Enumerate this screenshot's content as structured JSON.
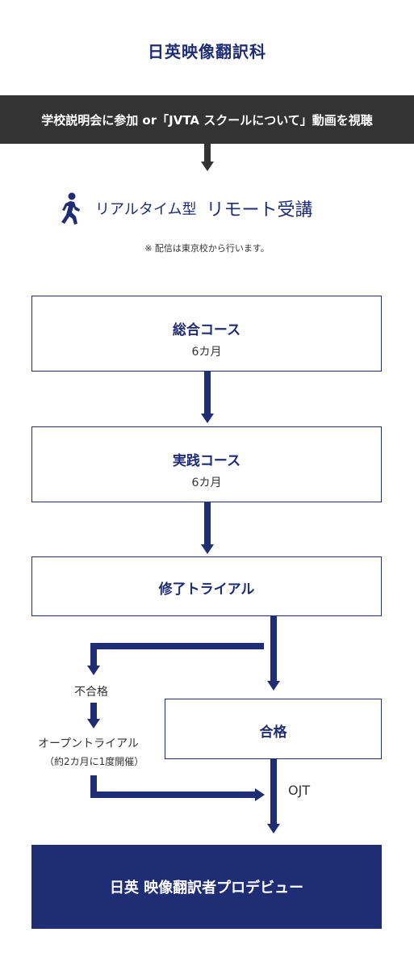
{
  "title": "日英映像翻訳科",
  "banner": "学校説明会に参加 or「JVTA スクールについて」動画を視聴",
  "mode": {
    "prefix": "リアルタイム型",
    "label": "リモート受講",
    "icon": "walking-person-icon"
  },
  "note": "※ 配信は東京校から行います。",
  "steps": [
    {
      "title": "総合コース",
      "duration": "6カ月"
    },
    {
      "title": "実践コース",
      "duration": "6カ月"
    },
    {
      "title": "修了トライアル"
    }
  ],
  "fail_branch": {
    "fail_label": "不合格",
    "open_trial_label": "オープントライアル",
    "open_trial_note": "（約2カ月に1度開催）"
  },
  "pass_box": {
    "title": "合格"
  },
  "ojt_label": "OJT",
  "final": "日英 映像翻訳者プロデビュー",
  "colors": {
    "navy": "#1e2d74",
    "banner_bg": "#333333"
  }
}
